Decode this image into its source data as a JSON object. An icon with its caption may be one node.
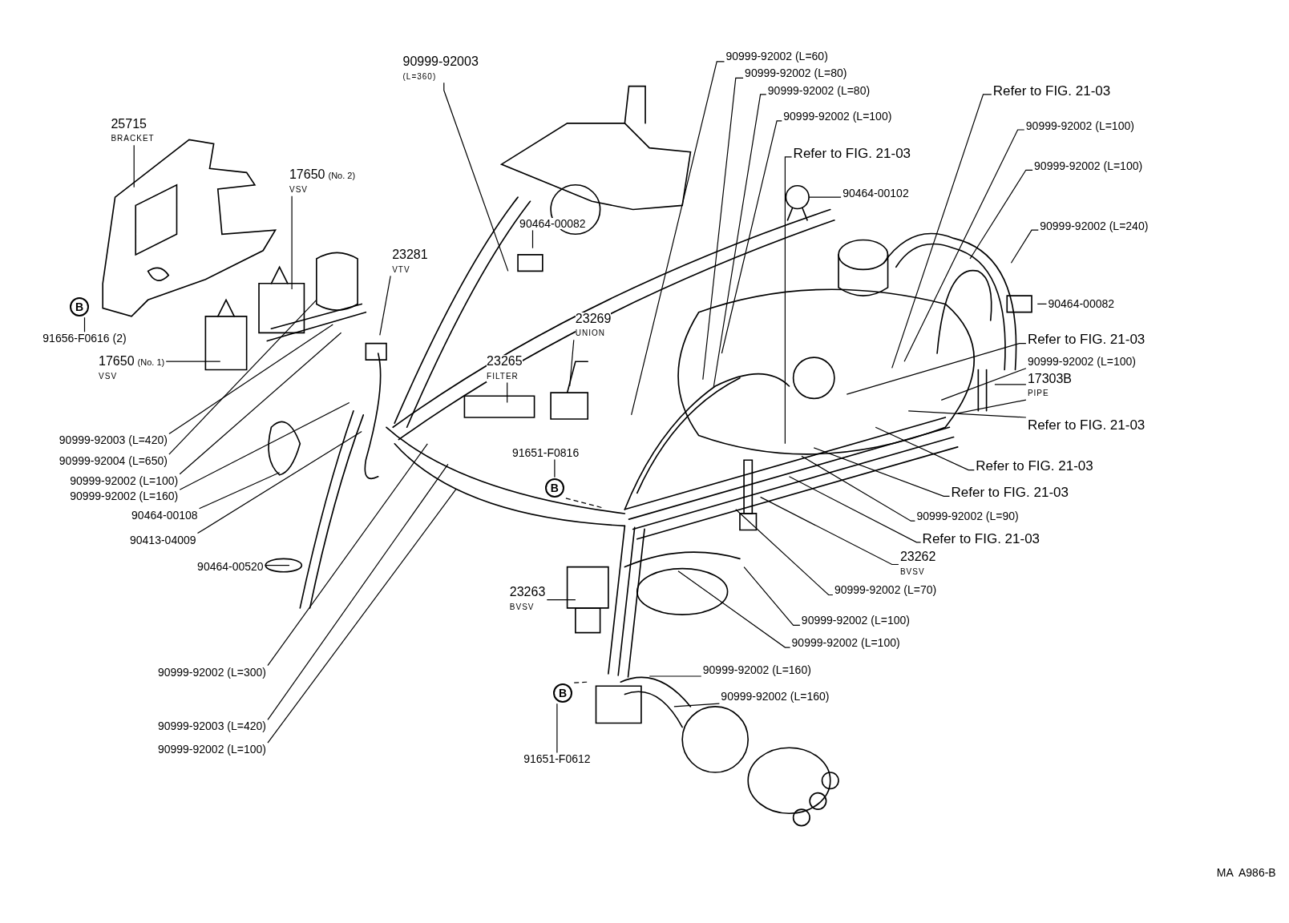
{
  "diagram": {
    "nodes": [
      {
        "text": [
          "25715",
          "BRACKET"
        ]
      },
      {
        "text": [
          "B"
        ]
      },
      {
        "text": [
          "91656-F0616 (2)"
        ]
      },
      {
        "text": [
          "17650",
          "(No. 2)",
          "VSV"
        ]
      },
      {
        "text": [
          "17650",
          "(No. 1)",
          "VSV"
        ]
      },
      {
        "text": [
          "23281",
          "VTV"
        ]
      },
      {
        "text": [
          "90999-92003",
          "(L=360)"
        ]
      },
      {
        "text": [
          "90464-00082"
        ]
      },
      {
        "text": [
          "23269",
          "UNION"
        ]
      },
      {
        "text": [
          "23265",
          "FILTER"
        ]
      },
      {
        "text": [
          "91651-F0816"
        ]
      },
      {
        "text": [
          "B"
        ]
      },
      {
        "text": [
          "90999-92002 (L=60)"
        ]
      },
      {
        "text": [
          "90999-92002 (L=80)"
        ]
      },
      {
        "text": [
          "90999-92002 (L=80)"
        ]
      },
      {
        "text": [
          "90999-92002 (L=100)"
        ]
      },
      {
        "text": [
          "Refer to FIG. 21-03"
        ]
      },
      {
        "text": [
          "90464-00102"
        ]
      },
      {
        "text": [
          "Refer to FIG. 21-03"
        ]
      },
      {
        "text": [
          "90999-92002 (L=100)"
        ]
      },
      {
        "text": [
          "90999-92002 (L=100)"
        ]
      },
      {
        "text": [
          "90999-92002 (L=240)"
        ]
      },
      {
        "text": [
          "90464-00082"
        ]
      },
      {
        "text": [
          "Refer to FIG. 21-03"
        ]
      },
      {
        "text": [
          "90999-92002 (L=100)"
        ]
      },
      {
        "text": [
          "17303B",
          "PIPE"
        ]
      },
      {
        "text": [
          "Refer to FIG. 21-03"
        ]
      },
      {
        "text": [
          "Refer to FIG. 21-03"
        ]
      },
      {
        "text": [
          "Refer to FIG. 21-03"
        ]
      },
      {
        "text": [
          "90999-92002 (L=90)"
        ]
      },
      {
        "text": [
          "Refer to FIG. 21-03"
        ]
      },
      {
        "text": [
          "23262",
          "BVSV"
        ]
      },
      {
        "text": [
          "90999-92002 (L=70)"
        ]
      },
      {
        "text": [
          "90999-92002 (L=100)"
        ]
      },
      {
        "text": [
          "90999-92002 (L=100)"
        ]
      },
      {
        "text": [
          "23263",
          "BVSV"
        ]
      },
      {
        "text": [
          "90999-92002 (L=160)"
        ]
      },
      {
        "text": [
          "90999-92002 (L=160)"
        ]
      },
      {
        "text": [
          "B"
        ]
      },
      {
        "text": [
          "91651-F0612"
        ]
      },
      {
        "text": [
          "90999-92003 (L=420)"
        ]
      },
      {
        "text": [
          "90999-92004 (L=650)"
        ]
      },
      {
        "text": [
          "90999-92002 (L=100)"
        ]
      },
      {
        "text": [
          "90999-92002 (L=160)"
        ]
      },
      {
        "text": [
          "90464-00108"
        ]
      },
      {
        "text": [
          "90413-04009"
        ]
      },
      {
        "text": [
          "90464-00520"
        ]
      },
      {
        "text": [
          "90999-92002 (L=300)"
        ]
      },
      {
        "text": [
          "90999-92003 (L=420)"
        ]
      },
      {
        "text": [
          "90999-92002 (L=100)"
        ]
      }
    ],
    "edges": [
      {
        "from": 0,
        "to": null,
        "arrow": "none"
      },
      {
        "from": 1,
        "to": 2,
        "arrow": "none"
      },
      {
        "from": 3,
        "to": null,
        "arrow": "none"
      },
      {
        "from": 4,
        "to": null,
        "arrow": "none"
      },
      {
        "from": 5,
        "to": null,
        "arrow": "none"
      },
      {
        "from": 6,
        "to": null,
        "arrow": "none"
      },
      {
        "from": 7,
        "to": null,
        "arrow": "none"
      },
      {
        "from": 8,
        "to": null,
        "arrow": "none"
      },
      {
        "from": 9,
        "to": null,
        "arrow": "none"
      },
      {
        "from": 10,
        "to": 11,
        "arrow": "none"
      },
      {
        "from": 11,
        "to": null,
        "arrow": "none",
        "style": "dashed"
      },
      {
        "from": 12,
        "to": null,
        "arrow": "none"
      },
      {
        "from": 13,
        "to": null,
        "arrow": "none"
      },
      {
        "from": 14,
        "to": null,
        "arrow": "none"
      },
      {
        "from": 15,
        "to": null,
        "arrow": "none"
      },
      {
        "from": 16,
        "to": null,
        "arrow": "none"
      },
      {
        "from": 17,
        "to": null,
        "arrow": "none"
      },
      {
        "from": 18,
        "to": null,
        "arrow": "none"
      },
      {
        "from": 19,
        "to": null,
        "arrow": "none"
      },
      {
        "from": 20,
        "to": null,
        "arrow": "none"
      },
      {
        "from": 21,
        "to": null,
        "arrow": "none"
      },
      {
        "from": 22,
        "to": null,
        "arrow": "none"
      },
      {
        "from": 23,
        "to": null,
        "arrow": "none"
      },
      {
        "from": 24,
        "to": null,
        "arrow": "none"
      },
      {
        "from": 25,
        "to": null,
        "arrow": "none"
      },
      {
        "from": 25,
        "to": null,
        "arrow": "none"
      },
      {
        "from": 26,
        "to": null,
        "arrow": "none"
      },
      {
        "from": 27,
        "to": null,
        "arrow": "none"
      },
      {
        "from": 28,
        "to": null,
        "arrow": "none"
      },
      {
        "from": 29,
        "to": null,
        "arrow": "none"
      },
      {
        "from": 30,
        "to": null,
        "arrow": "none"
      },
      {
        "from": 31,
        "to": null,
        "arrow": "none"
      },
      {
        "from": 32,
        "to": null,
        "arrow": "none"
      },
      {
        "from": 33,
        "to": null,
        "arrow": "none"
      },
      {
        "from": 34,
        "to": null,
        "arrow": "none"
      },
      {
        "from": 35,
        "to": null,
        "arrow": "none"
      },
      {
        "from": 36,
        "to": null,
        "arrow": "none"
      },
      {
        "from": 37,
        "to": null,
        "arrow": "none"
      },
      {
        "from": 38,
        "to": 39,
        "arrow": "none"
      },
      {
        "from": 38,
        "to": null,
        "arrow": "none",
        "style": "dashed"
      },
      {
        "from": 40,
        "to": null,
        "arrow": "none"
      },
      {
        "from": 41,
        "to": null,
        "arrow": "none"
      },
      {
        "from": 42,
        "to": null,
        "arrow": "none"
      },
      {
        "from": 43,
        "to": null,
        "arrow": "none"
      },
      {
        "from": 44,
        "to": null,
        "arrow": "none"
      },
      {
        "from": 45,
        "to": null,
        "arrow": "none"
      },
      {
        "from": 46,
        "to": null,
        "arrow": "none"
      },
      {
        "from": 47,
        "to": null,
        "arrow": "none"
      },
      {
        "from": 48,
        "to": null,
        "arrow": "none"
      },
      {
        "from": 49,
        "to": null,
        "arrow": "none"
      }
    ],
    "labels": [
      "MA  A986-B"
    ]
  }
}
